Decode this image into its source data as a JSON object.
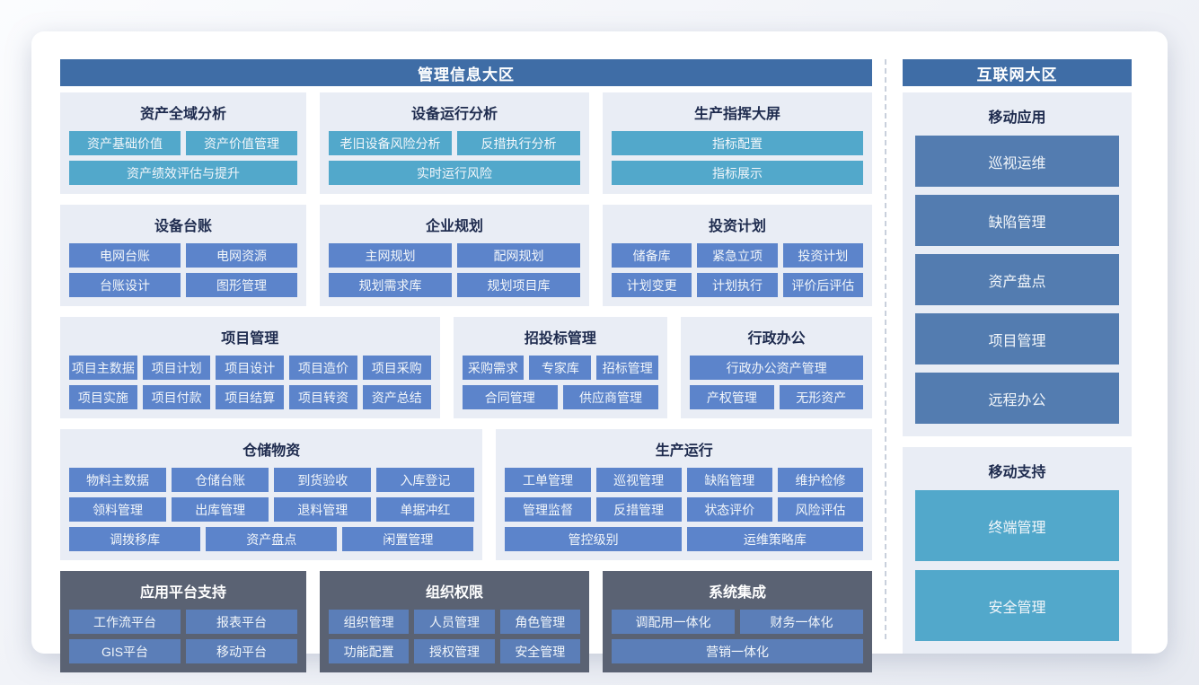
{
  "colors": {
    "zone_header": "#3F6DA6",
    "light_panel": "#E9EDF5",
    "dark_panel": "#5A6273",
    "teal_button": "#52A8CB",
    "blue_button": "#5C84CB",
    "steel_button": "#537CB0"
  },
  "left": {
    "title": "管理信息大区",
    "rows": [
      {
        "groups": [
          {
            "title": "资产全域分析",
            "tone": "light",
            "variant": "teal",
            "buttons": [
              [
                "资产基础价值",
                "资产价值管理"
              ],
              [
                "资产绩效评估与提升"
              ]
            ]
          },
          {
            "title": "设备运行分析",
            "tone": "light",
            "variant": "teal",
            "buttons": [
              [
                "老旧设备风险分析",
                "反措执行分析"
              ],
              [
                "实时运行风险"
              ]
            ]
          },
          {
            "title": "生产指挥大屏",
            "tone": "light",
            "variant": "teal",
            "buttons": [
              [
                "指标配置"
              ],
              [
                "指标展示"
              ]
            ]
          }
        ]
      },
      {
        "groups": [
          {
            "title": "设备台账",
            "tone": "light",
            "variant": "blue",
            "buttons": [
              [
                "电网台账",
                "电网资源"
              ],
              [
                "台账设计",
                "图形管理"
              ]
            ]
          },
          {
            "title": "企业规划",
            "tone": "light",
            "variant": "blue",
            "buttons": [
              [
                "主网规划",
                "配网规划"
              ],
              [
                "规划需求库",
                "规划项目库"
              ]
            ]
          },
          {
            "title": "投资计划",
            "tone": "light",
            "variant": "blue",
            "buttons": [
              [
                "储备库",
                "紧急立项",
                "投资计划"
              ],
              [
                "计划变更",
                "计划执行",
                "评价后评估"
              ]
            ]
          }
        ]
      },
      {
        "groups": [
          {
            "title": "项目管理",
            "tone": "light",
            "variant": "blue",
            "buttons": [
              [
                "项目主数据",
                "项目计划",
                "项目设计",
                "项目造价",
                "项目采购"
              ],
              [
                "项目实施",
                "项目付款",
                "项目结算",
                "项目转资",
                "资产总结"
              ]
            ]
          },
          {
            "title": "招投标管理",
            "tone": "light",
            "variant": "blue",
            "buttons": [
              [
                "采购需求",
                "专家库",
                "招标管理"
              ],
              [
                "合同管理",
                "供应商管理"
              ]
            ]
          },
          {
            "title": "行政办公",
            "tone": "light",
            "variant": "blue",
            "buttons": [
              [
                "行政办公资产管理"
              ],
              [
                "产权管理",
                "无形资产"
              ]
            ]
          }
        ]
      },
      {
        "groups": [
          {
            "title": "仓储物资",
            "tone": "light",
            "variant": "blue",
            "buttons": [
              [
                "物料主数据",
                "仓储台账",
                "到货验收",
                "入库登记"
              ],
              [
                "领料管理",
                "出库管理",
                "退料管理",
                "单据冲红"
              ],
              [
                "调拨移库",
                "资产盘点",
                "闲置管理"
              ]
            ]
          },
          {
            "title": "生产运行",
            "tone": "light",
            "variant": "blue",
            "buttons": [
              [
                "工单管理",
                "巡视管理",
                "缺陷管理",
                "维护检修"
              ],
              [
                "管理监督",
                "反措管理",
                "状态评价",
                "风险评估"
              ],
              [
                "管控级别",
                "运维策略库"
              ]
            ]
          }
        ]
      },
      {
        "groups": [
          {
            "title": "应用平台支持",
            "tone": "dark",
            "variant": "blue",
            "buttons": [
              [
                "工作流平台",
                "报表平台"
              ],
              [
                "GIS平台",
                "移动平台"
              ]
            ]
          },
          {
            "title": "组织权限",
            "tone": "dark",
            "variant": "blue",
            "buttons": [
              [
                "组织管理",
                "人员管理",
                "角色管理"
              ],
              [
                "功能配置",
                "授权管理",
                "安全管理"
              ]
            ]
          },
          {
            "title": "系统集成",
            "tone": "dark",
            "variant": "blue",
            "buttons": [
              [
                "调配用一体化",
                "财务一体化"
              ],
              [
                "营销一体化"
              ]
            ]
          }
        ]
      }
    ]
  },
  "right": {
    "title": "互联网大区",
    "groups": [
      {
        "title": "移动应用",
        "tone": "light",
        "variant": "steel",
        "buttons": [
          [
            "巡视运维"
          ],
          [
            "缺陷管理"
          ],
          [
            "资产盘点"
          ],
          [
            "项目管理"
          ],
          [
            "远程办公"
          ]
        ]
      },
      {
        "title": "移动支持",
        "tone": "light",
        "variant": "teal",
        "buttons": [
          [
            "终端管理"
          ],
          [
            "安全管理"
          ]
        ]
      }
    ]
  }
}
